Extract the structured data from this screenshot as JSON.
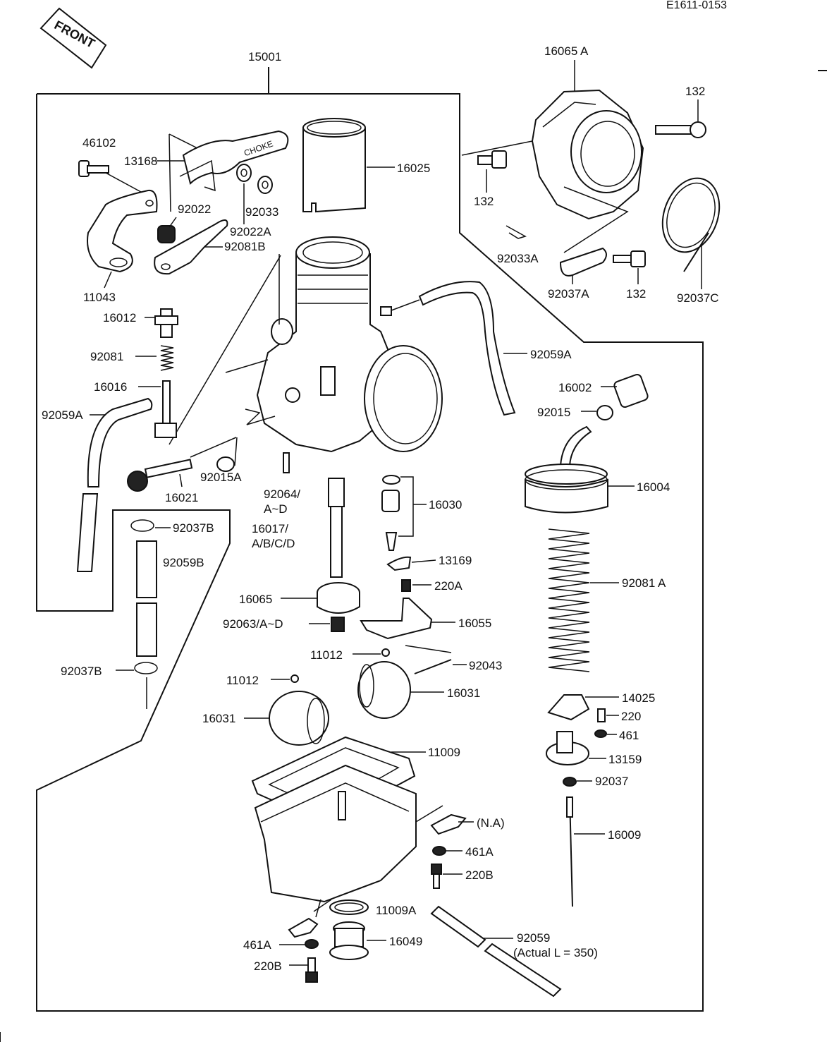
{
  "doc_ref": "E1611-0153",
  "front_label": "FRONT",
  "assembly_number": "15001",
  "parts": {
    "p46102": "46102",
    "p13168": "13168",
    "p16025": "16025",
    "p16065A": "16065 A",
    "p132_top": "132",
    "p132_left": "132",
    "p132_mid": "132",
    "p92022": "92022",
    "p92033": "92033",
    "p92022A": "92022A",
    "p92081B": "92081B",
    "p11043": "11043",
    "p92033A": "92033A",
    "p92037A": "92037A",
    "p92037C": "92037C",
    "p16012": "16012",
    "p92081": "92081",
    "p92059A_right": "92059A",
    "p16016": "16016",
    "p16002": "16002",
    "p92015": "92015",
    "p92059A_left": "92059A",
    "p92015A": "92015A",
    "p16004": "16004",
    "p16021": "16021",
    "p92064_1": "92064/",
    "p92064_2": "A~D",
    "p16030": "16030",
    "p92037B_top": "92037B",
    "p16017_1": "16017/",
    "p16017_2": "A/B/C/D",
    "p92059B": "92059B",
    "p13169": "13169",
    "p220A": "220A",
    "p92081A": "92081 A",
    "p16065": "16065",
    "p92063": "92063/A~D",
    "p16055": "16055",
    "p11012_a": "11012",
    "p92043": "92043",
    "p92037B_bot": "92037B",
    "p11012_b": "11012",
    "p16031_right": "16031",
    "p14025": "14025",
    "p220": "220",
    "p16031_left": "16031",
    "p461": "461",
    "p11009": "11009",
    "p13159": "13159",
    "p92037": "92037",
    "pNA": "(N.A)",
    "p16009": "16009",
    "p461A_right": "461A",
    "p220B_right": "220B",
    "p11009A": "11009A",
    "p92059": "92059",
    "p92059_note": "(Actual L = 350)",
    "p16049": "16049",
    "p461A_left": "461A",
    "p220B_left": "220B"
  }
}
